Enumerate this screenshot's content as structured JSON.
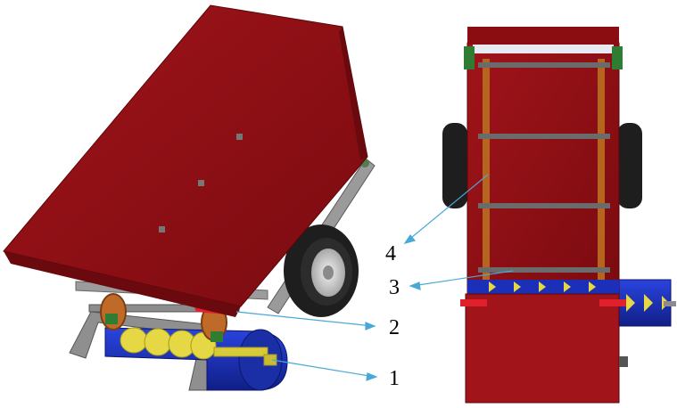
{
  "callouts": [
    {
      "id": "c1",
      "label": "1"
    },
    {
      "id": "c2",
      "label": "2"
    },
    {
      "id": "c3",
      "label": "3"
    },
    {
      "id": "c4",
      "label": "4"
    }
  ],
  "colors": {
    "hopper": "#8b0d12",
    "hopper_dark": "#6a0a0e",
    "auger_housing": "#1b2fb8",
    "auger_flight": "#e8dc4a",
    "frame": "#8c8c8c",
    "chain": "#b5651d",
    "bearing": "#2e7d32",
    "tire": "#1f1f1f",
    "leader_line": "#4aa8d8"
  }
}
